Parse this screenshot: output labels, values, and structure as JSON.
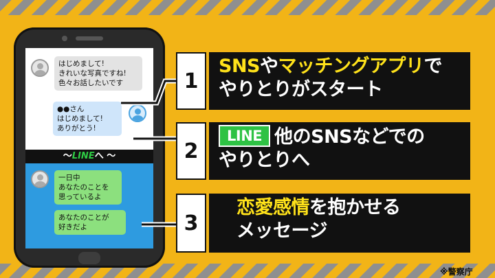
{
  "phone": {
    "sns_messages": [
      {
        "side": "left",
        "text": "はじめまして!\nきれいな写真ですね!\n色々お話したいです"
      },
      {
        "side": "right",
        "text": "●●さん\nはじめまして!\nありがとう!"
      }
    ],
    "divider": {
      "prefix": "～",
      "line_word": "LINE",
      "suffix": "へ ～"
    },
    "line_messages": [
      {
        "side": "left",
        "text": "一日中\nあなたのことを\n思っているよ"
      },
      {
        "side": "left",
        "text": "あなたのことが\n好きだよ"
      }
    ]
  },
  "steps": [
    {
      "number": "1",
      "line1_a": "SNS",
      "line1_b": "や",
      "line1_c": "マッチングアプリ",
      "line1_d": "で",
      "line2": "やりとりがスタート"
    },
    {
      "number": "2",
      "badge": "LINE",
      "line1": "他のSNSなどでの",
      "line2": "やりとりへ"
    },
    {
      "number": "3",
      "line1_a": "恋愛感情",
      "line1_b": "を抱かせる",
      "line2": "メッセージ"
    }
  ],
  "credit": "※警察庁",
  "colors": {
    "background": "#F2B417",
    "highlight": "#FFE21A",
    "line_green": "#2EC244",
    "line_area": "#2E9BE0"
  }
}
